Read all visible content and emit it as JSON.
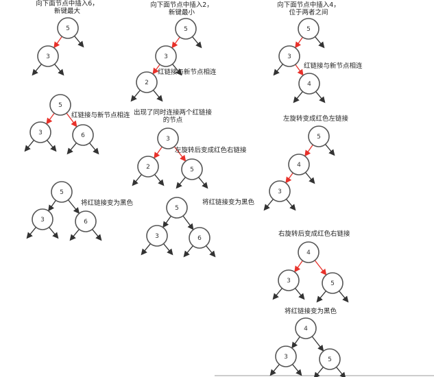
{
  "captions": [
    {
      "id": "c1",
      "lines": [
        "向下面节点中插入6，",
        "新键最大"
      ]
    },
    {
      "id": "c2",
      "lines": [
        "向下面节点中插入2，",
        "新键最小"
      ]
    },
    {
      "id": "c3",
      "lines": [
        "向下面节点中插入4，",
        "位于两者之间"
      ]
    },
    {
      "id": "c4",
      "lines": [
        "出现了同时连接两个红链接",
        "的节点"
      ]
    }
  ],
  "annotations": {
    "a1": "红链接与新节点相连",
    "a2": "红链接与新节点相连",
    "a3": "红链接与新节点相连",
    "a4": "左旋转后变成红色右链接",
    "a5": "将红链接变为黑色",
    "a6": "将红链接变为黑色",
    "a7": "左旋转变成红色左链接",
    "a8": "右旋转后变成红色右链接",
    "a9": "将红链接变为黑色"
  },
  "colors": {
    "red_link": "#e8312a",
    "black_link": "#333333",
    "node_stroke": "#555555"
  },
  "trees": [
    {
      "id": "t1",
      "nodes": [
        {
          "id": "n5",
          "key": "5"
        },
        {
          "id": "n3",
          "key": "3"
        }
      ],
      "links": [
        {
          "from": "n5",
          "to": "n3",
          "color": "red"
        }
      ]
    },
    {
      "id": "t2",
      "nodes": [
        {
          "id": "n5",
          "key": "5"
        },
        {
          "id": "n3",
          "key": "3"
        },
        {
          "id": "n2",
          "key": "2"
        }
      ],
      "links": [
        {
          "from": "n5",
          "to": "n3",
          "color": "red"
        },
        {
          "from": "n3",
          "to": "n2",
          "color": "red"
        }
      ]
    },
    {
      "id": "t3",
      "nodes": [
        {
          "id": "n5",
          "key": "5"
        },
        {
          "id": "n3",
          "key": "3"
        },
        {
          "id": "n4",
          "key": "4"
        }
      ],
      "links": [
        {
          "from": "n5",
          "to": "n3",
          "color": "red"
        },
        {
          "from": "n3",
          "to": "n4",
          "color": "red"
        }
      ]
    },
    {
      "id": "t4",
      "nodes": [
        {
          "id": "n5",
          "key": "5"
        },
        {
          "id": "n3",
          "key": "3"
        },
        {
          "id": "n6",
          "key": "6"
        }
      ],
      "links": [
        {
          "from": "n5",
          "to": "n3",
          "color": "red"
        },
        {
          "from": "n5",
          "to": "n6",
          "color": "red"
        }
      ]
    },
    {
      "id": "t5",
      "nodes": [
        {
          "id": "n3",
          "key": "3"
        },
        {
          "id": "n2",
          "key": "2"
        },
        {
          "id": "n5",
          "key": "5"
        }
      ],
      "links": [
        {
          "from": "n3",
          "to": "n2",
          "color": "red"
        },
        {
          "from": "n3",
          "to": "n5",
          "color": "red"
        }
      ]
    },
    {
      "id": "t6",
      "nodes": [
        {
          "id": "n5",
          "key": "5"
        },
        {
          "id": "n4",
          "key": "4"
        },
        {
          "id": "n3",
          "key": "3"
        }
      ],
      "links": [
        {
          "from": "n5",
          "to": "n4",
          "color": "red"
        },
        {
          "from": "n4",
          "to": "n3",
          "color": "red"
        }
      ]
    },
    {
      "id": "t7",
      "nodes": [
        {
          "id": "n5",
          "key": "5"
        },
        {
          "id": "n3",
          "key": "3"
        },
        {
          "id": "n6",
          "key": "6"
        }
      ],
      "links": [
        {
          "from": "n5",
          "to": "n3",
          "color": "black"
        },
        {
          "from": "n5",
          "to": "n6",
          "color": "black"
        }
      ]
    },
    {
      "id": "t8",
      "nodes": [
        {
          "id": "n5",
          "key": "5"
        },
        {
          "id": "n3",
          "key": "3"
        },
        {
          "id": "n6",
          "key": "6"
        }
      ],
      "links": [
        {
          "from": "n5",
          "to": "n3",
          "color": "black"
        },
        {
          "from": "n5",
          "to": "n6",
          "color": "black"
        }
      ]
    },
    {
      "id": "t9",
      "nodes": [
        {
          "id": "n4",
          "key": "4"
        },
        {
          "id": "n3",
          "key": "3"
        },
        {
          "id": "n5",
          "key": "5"
        }
      ],
      "links": [
        {
          "from": "n4",
          "to": "n3",
          "color": "red"
        },
        {
          "from": "n4",
          "to": "n5",
          "color": "red"
        }
      ]
    },
    {
      "id": "t10",
      "nodes": [
        {
          "id": "n4",
          "key": "4"
        },
        {
          "id": "n3",
          "key": "3"
        },
        {
          "id": "n5",
          "key": "5"
        }
      ],
      "links": [
        {
          "from": "n4",
          "to": "n3",
          "color": "black"
        },
        {
          "from": "n4",
          "to": "n5",
          "color": "black"
        }
      ]
    }
  ]
}
